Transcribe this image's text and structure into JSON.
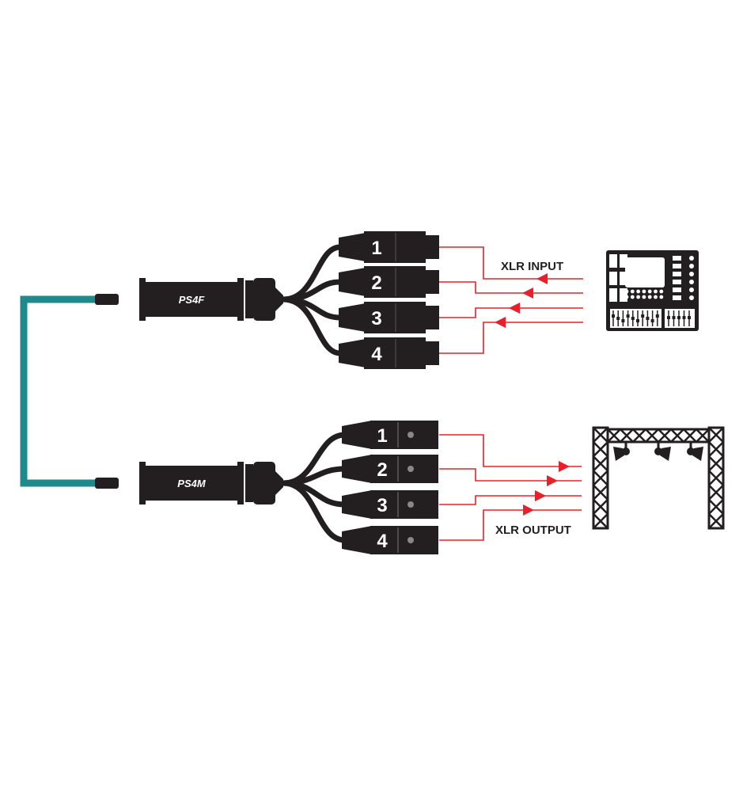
{
  "splitters": {
    "female": {
      "label": "PS4F"
    },
    "male": {
      "label": "PS4M"
    }
  },
  "connectors": {
    "female": [
      "1",
      "2",
      "3",
      "4"
    ],
    "male": [
      "1",
      "2",
      "3",
      "4"
    ]
  },
  "labels": {
    "input": "XLR INPUT",
    "output": "XLR OUTPUT"
  },
  "icons": {
    "source": "mixing-console-icon",
    "destination": "lighting-truss-icon"
  },
  "colors": {
    "cable": "#1f8a8c",
    "signal": "#e8202a",
    "body": "#231f20"
  }
}
